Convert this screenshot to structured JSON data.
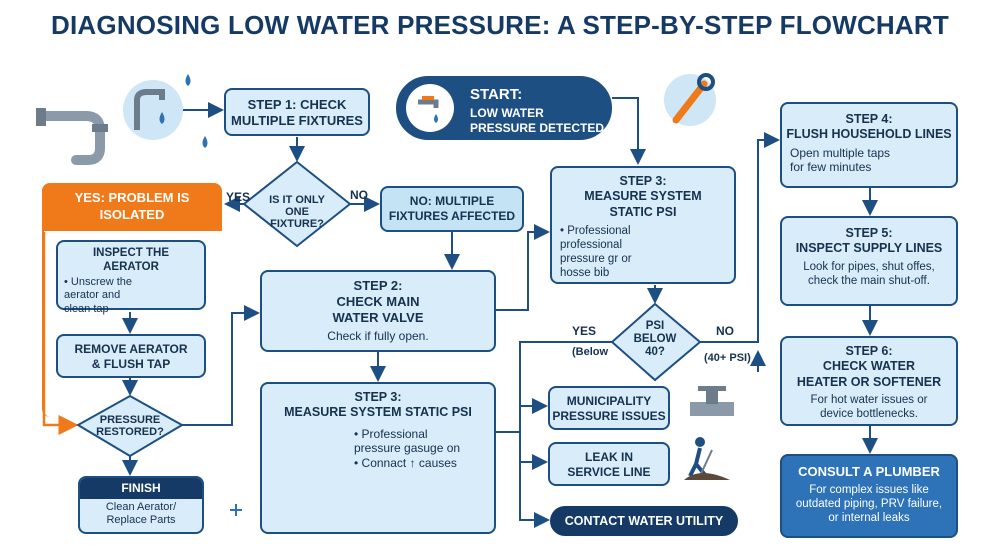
{
  "title": "DIAGNOSING LOW WATER PRESSURE: A STEP-BY-STEP FLOWCHART",
  "start": {
    "heading": "START:",
    "text": "LOW WATER\nPRESSURE DETECTED"
  },
  "step1": "STEP 1: CHECK\nMULTIPLE FIXTURES",
  "decision_one_fixture": "IS IT ONLY\nONE FIXTURE?",
  "label_yes_1": "YES",
  "label_no_1": "NO",
  "yes_isolated": "YES: PROBLEM IS\nISOLATED",
  "inspect_aerator": {
    "title": "INSPECT THE AERATOR",
    "body": "• Unscrew the\naerator and\nclean tap"
  },
  "remove_aerator": "REMOVE AERATOR\n& FLUSH TAP",
  "decision_restored": "PRESSURE\nRESTORED?",
  "finish": {
    "title": "FINISH",
    "body": "Clean Aerator/\nReplace Parts"
  },
  "no_multiple": "NO: MULTIPLE\nFIXTURES AFFECTED",
  "step2": {
    "title": "STEP 2:\nCHECK MAIN\nWATER VALVE",
    "body": "Check if fully open."
  },
  "step3_lower": {
    "title": "STEP 3:\nMEASURE SYSTEM STATIC PSI",
    "body": "• Professional\npressure gasuge on\n• Connact ↑ causes"
  },
  "step3_upper": {
    "title": "STEP 3:\nMEASURE SYSTEM\nSTATIC PSI",
    "body": "• Professional\nprofessional\npressure gr or\nhosse bib"
  },
  "decision_psi": "PSI\nBELOW\n40?",
  "label_yes_psi": "YES",
  "label_below": "(Below",
  "label_no_psi": "NO",
  "label_above": "(40+ PSI)",
  "municipality": "MUNICIPALITY\nPRESSURE ISSUES",
  "leak": "LEAK IN\nSERVICE LINE",
  "contact_utility": "CONTACT WATER UTILITY",
  "step4": {
    "title": "STEP 4:\nFLUSH HOUSEHOLD LINES",
    "body": "Open multiple taps\nfor few minutes"
  },
  "step5": {
    "title": "STEP 5:\nINSPECT SUPPLY LINES",
    "body": "Look for pipes, shut offes,\ncheck the main shut-off."
  },
  "step6": {
    "title": "STEP 6:\nCHECK WATER\nHEATER OR SOFTENER",
    "body": "For hot water issues or\ndevice bottlenecks."
  },
  "consult": {
    "title": "CONSULT A PLUMBER",
    "body": "For complex issues like\noutdated piping, PRV failure,\nor internal leaks"
  },
  "colors": {
    "navy": "#1d4f82",
    "light_blue": "#d8ecf9",
    "orange": "#f07a1a",
    "dark": "#16324f",
    "plumber_blue": "#2e73b8"
  }
}
